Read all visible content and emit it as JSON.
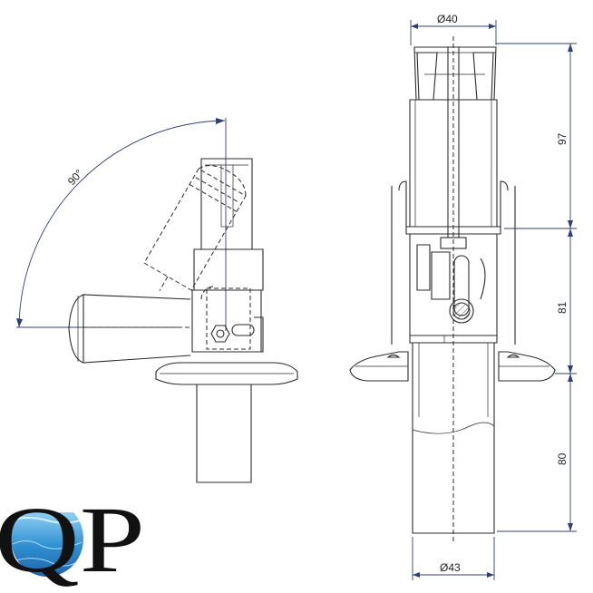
{
  "dimensions": {
    "top_diameter": "Ø40",
    "bottom_diameter": "Ø43",
    "upper_height": "97",
    "middle_height": "81",
    "lower_height": "80",
    "angle": "90°"
  },
  "logo": {
    "text": "QP"
  },
  "colors": {
    "line": "#2b2b2b",
    "dimension": "#2d3f7a",
    "logo_water": "#2f8fd0"
  }
}
